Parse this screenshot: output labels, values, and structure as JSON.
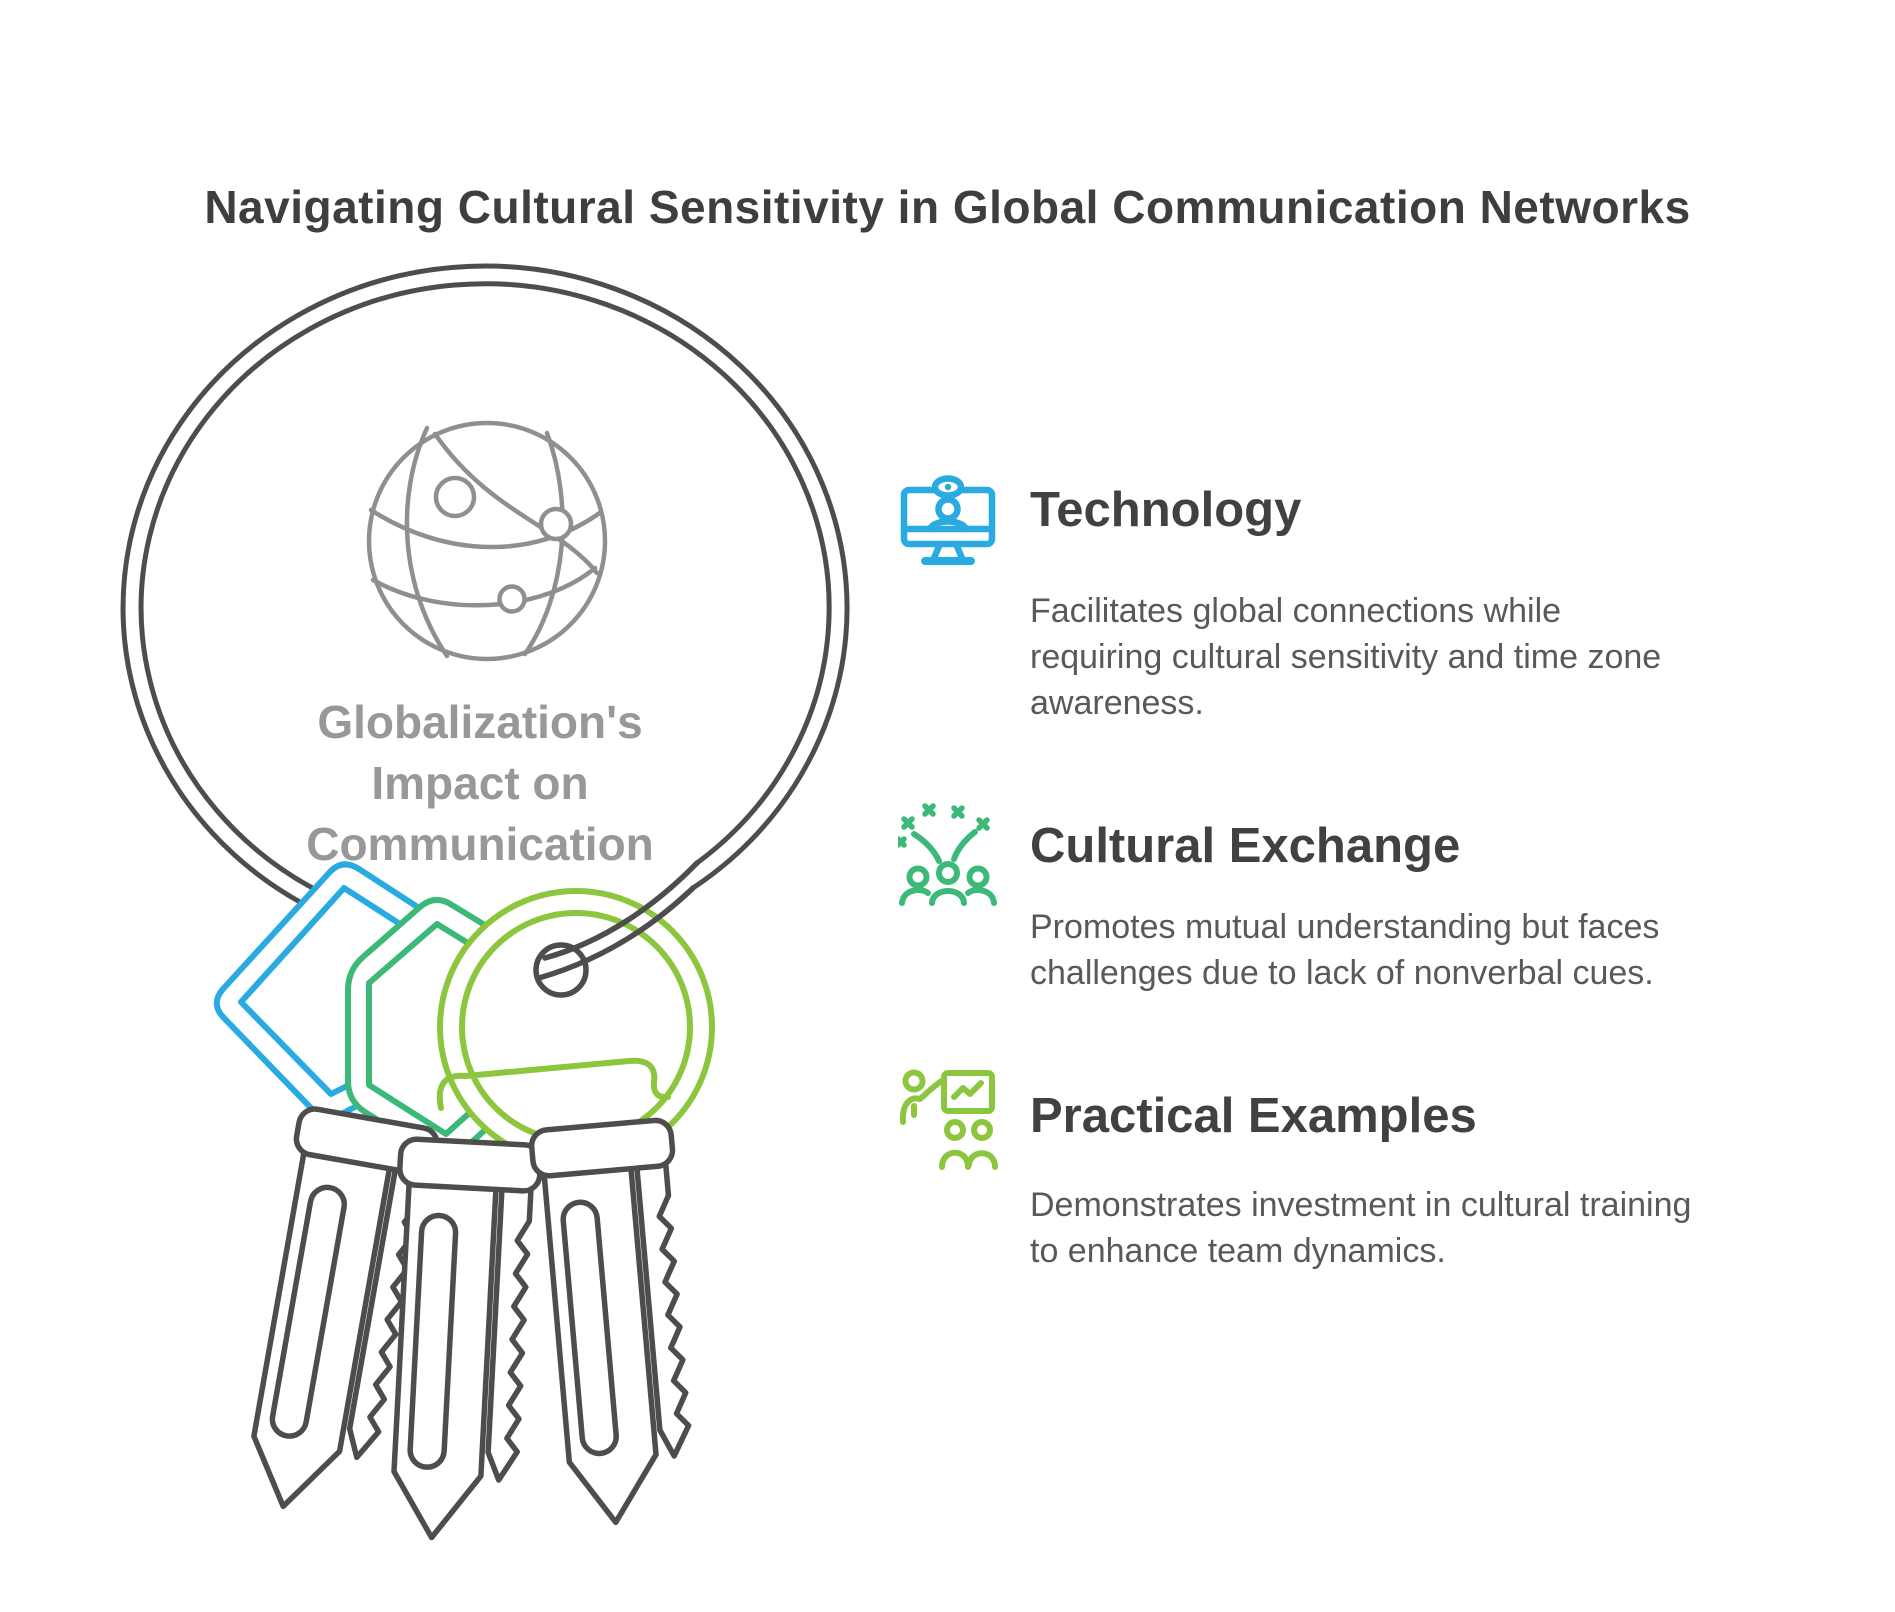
{
  "title": "Navigating Cultural Sensitivity in Global Communication Networks",
  "illustration": {
    "label_lines": [
      "Globalization's",
      "Impact on",
      "Communication"
    ],
    "icons": [
      "network-globe-icon",
      "keyring-with-three-keys"
    ],
    "colors": {
      "outline": "#4d4d4d",
      "globe": "#8f8f8f",
      "label": "#98989a",
      "key_blue": "#29abe2",
      "key_green": "#3cb878",
      "key_lime": "#8cc63f"
    }
  },
  "sections": [
    {
      "heading": "Technology",
      "icon": "video-call-monitor-icon",
      "color": "#29abe2",
      "body_lines": [
        "Facilitates global connections while",
        "requiring cultural sensitivity and time zone",
        "awareness."
      ]
    },
    {
      "heading": "Cultural Exchange",
      "icon": "celebration-people-icon",
      "color": "#3cb878",
      "body_lines": [
        "Promotes mutual understanding but faces",
        "challenges due to lack of nonverbal cues."
      ]
    },
    {
      "heading": "Practical Examples",
      "icon": "presentation-training-icon",
      "color": "#8cc63f",
      "body_lines": [
        "Demonstrates investment in cultural training",
        "to enhance team dynamics."
      ]
    }
  ]
}
